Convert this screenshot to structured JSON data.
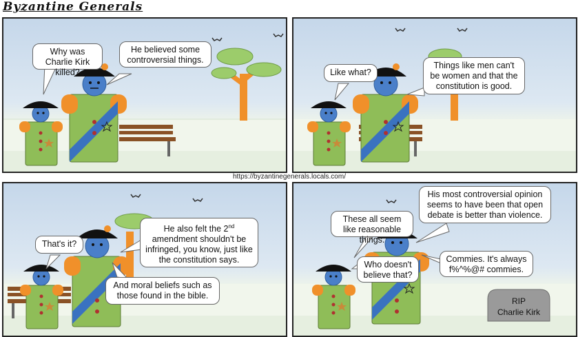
{
  "comic": {
    "title": "Byzantine Generals",
    "url": "https://byzantinegenerals.locals.com/"
  },
  "panel1": {
    "bubble_small": "Why was Charlie Kirk killed?",
    "bubble_big": "He believed some controversial things."
  },
  "panel2": {
    "bubble_small": "Like what?",
    "bubble_big": "Things like men can't be women and that the constitution is good."
  },
  "panel3": {
    "bubble_small": "That's it?",
    "bubble_big_a": "He also felt the 2",
    "bubble_big_sup": "nd",
    "bubble_big_b": " amendment shouldn't be infringed, you know, just like the constitution says.",
    "bubble_big2": "And moral beliefs such as those found in the bible."
  },
  "panel4": {
    "bubble_top": "His most controversial opinion seems to have been that open debate is better than violence.",
    "bubble_small1": "These all seem like reasonable things.",
    "bubble_small2": "Who doesn't believe that?",
    "bubble_big": "Commies. It's always f%^%@# commies.",
    "tombstone_line1": "RIP",
    "tombstone_line2": "Charlie Kirk"
  },
  "colors": {
    "character_blue": "#4a7fc9",
    "uniform_green": "#8fbd58",
    "shoulder_orange": "#f0902a",
    "sash_blue": "#3a72c0",
    "bench_brown": "#8a5226",
    "tree_green": "#9ccc6b",
    "tombstone_gray": "#9a9a9a"
  }
}
